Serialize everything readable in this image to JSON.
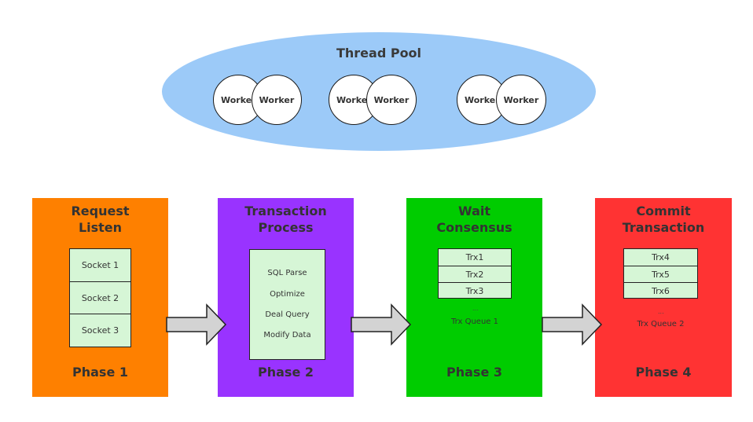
{
  "pool": {
    "title": "Thread Pool",
    "workers": [
      {
        "back": "Worker",
        "front": "Worker"
      },
      {
        "back": "Worker",
        "front": "Worker"
      },
      {
        "back": "Worker",
        "front": "Worker"
      }
    ]
  },
  "phases": [
    {
      "title_lines": [
        "Request",
        "Listen"
      ],
      "label": "Phase 1",
      "color": "#fe8000",
      "items": [
        "Socket 1",
        "Socket 2",
        "Socket 3"
      ]
    },
    {
      "title_lines": [
        "Transaction",
        "Process"
      ],
      "label": "Phase 2",
      "color": "#9933ff",
      "steps": [
        "SQL Parse",
        "Optimize",
        "Deal Query",
        "Modify Data"
      ]
    },
    {
      "title_lines": [
        "Wait",
        "Consensus"
      ],
      "label": "Phase 3",
      "color": "#00cc00",
      "items": [
        "Trx1",
        "Trx2",
        "Trx3"
      ],
      "ellipsis": "...",
      "queue": "Trx Queue 1"
    },
    {
      "title_lines": [
        "Commit",
        "Transaction"
      ],
      "label": "Phase 4",
      "color": "#ff3333",
      "items": [
        "Trx4",
        "Trx5",
        "Trx6"
      ],
      "ellipsis": "...",
      "queue": "Trx Queue 2"
    }
  ],
  "colors": {
    "pool": "#9ccaf8",
    "stack_fill": "#d6f6d6",
    "arrow_fill": "#d3d3d3"
  }
}
